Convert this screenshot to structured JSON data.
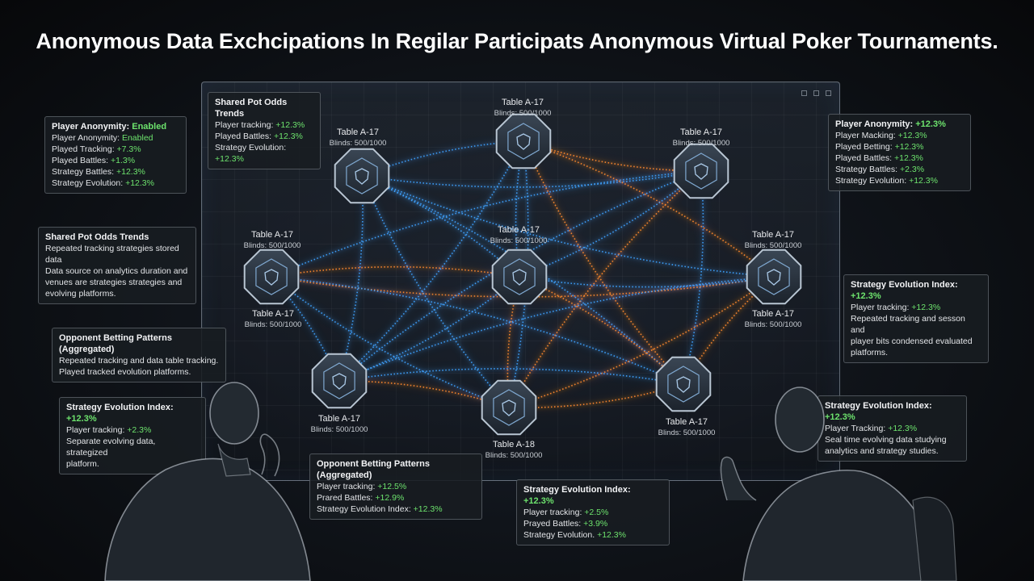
{
  "title": "Anonymous Data Exchcipations In Regilar Participats Anonymous Virtual Poker Tournaments.",
  "colors": {
    "blue_link": "#3fa2ff",
    "orange_link": "#ff8a2a",
    "green_value": "#6de36d",
    "node_fill": "#2a3440"
  },
  "nodes": [
    {
      "id": "n1",
      "name": "Table A-17",
      "blinds": "Blinds: 500/1000"
    },
    {
      "id": "n2",
      "name": "Table A-17",
      "blinds": "Blinds: 500/1000"
    },
    {
      "id": "n3",
      "name": "Table A-17",
      "blinds": "Blinds: 500/1000"
    },
    {
      "id": "n4",
      "name": "Table A-17",
      "blinds": "Blinds: 500/1000"
    },
    {
      "id": "n5",
      "name": "Table A-17",
      "blinds": "Blinds: 500/1000"
    },
    {
      "id": "n6",
      "name": "Table A-17",
      "blinds": "Blinds: 500/1000"
    },
    {
      "id": "n7",
      "name": "Table A-17",
      "blinds": "Blinds: 500/1000"
    },
    {
      "id": "n8",
      "name": "Table A-18",
      "blinds": "Blinds: 500/1000"
    },
    {
      "id": "n9",
      "name": "Table A-17",
      "blinds": "Blinds: 500/1000"
    }
  ],
  "panels": {
    "left_top": {
      "title_label": "Player Anonymity:",
      "title_value": "Enabled",
      "rows": [
        {
          "label": "Player Anonymity:",
          "value": "Enabled"
        },
        {
          "label": "Played Tracking:",
          "value": "+7.3%"
        },
        {
          "label": "Played Battles:",
          "value": "+1.3%"
        },
        {
          "label": "Strategy Battles:",
          "value": "+12.3%"
        },
        {
          "label": "Strategy Evolution:",
          "value": "+12.3%"
        }
      ]
    },
    "left_mid": {
      "heading": "Shared Pot Odds Trends",
      "lines": [
        "Repeated tracking strategies stored data",
        "Data source on analytics duration and",
        "venues are strategies strategies and",
        "evolving platforms."
      ]
    },
    "left_opp": {
      "heading": "Opponent Betting Patterns (Aggregated)",
      "lines": [
        "Repeated tracking and data table tracking.",
        "Played tracked evolution platforms."
      ]
    },
    "left_bottom": {
      "heading_label": "Strategy Evolution Index:",
      "heading_value": "+12.3%",
      "row_label": "Player tracking:",
      "row_value": "+2.3%",
      "lines": [
        "Separate evolving data, strategized",
        "platform."
      ]
    },
    "screen_top": {
      "heading": "Shared Pot Odds Trends",
      "rows": [
        {
          "label": "Player tracking:",
          "value": "+12.3%"
        },
        {
          "label": "Played Battles:",
          "value": "+12.3%"
        },
        {
          "label": "Strategy Evolution:",
          "value": "+12.3%"
        }
      ]
    },
    "right_top": {
      "heading_label": "Player Anonymity:",
      "heading_value": "+12.3%",
      "rows": [
        {
          "label": "Player Macking:",
          "value": "+12.3%"
        },
        {
          "label": "Played Betting:",
          "value": "+12.3%"
        },
        {
          "label": "Played Battles:",
          "value": "+12.3%"
        },
        {
          "label": "Strategy Battles:",
          "value": "+2.3%"
        },
        {
          "label": "Strategy Evolution:",
          "value": "+12.3%"
        }
      ]
    },
    "right_mid": {
      "heading_label": "Strategy Evolution Index:",
      "heading_value": "+12.3%",
      "row_label": "Player tracking:",
      "row_value": "+12.3%",
      "lines": [
        "Repeated tracking and sesson and",
        "player bits condensed evaluated",
        "platforms."
      ]
    },
    "right_bottom": {
      "heading_label": "Strategy Evolution Index:",
      "heading_value": "+12.3%",
      "row_label": "Player Tracking:",
      "row_value": "+12.3%",
      "lines": [
        "Seal time evolving data studying",
        "analytics and strategy studies."
      ]
    },
    "bottom_left": {
      "heading": "Opponent Betting Patterns (Aggregated)",
      "rows": [
        {
          "label": "Player tracking:",
          "value": "+12.5%"
        },
        {
          "label": "Prared Battles:",
          "value": "+12.9%"
        },
        {
          "label": "Strategy Evolution Index:",
          "value": "+12.3%"
        }
      ]
    },
    "bottom_right": {
      "heading_label": "Strategy Evolution Index:",
      "heading_value": "+12.3%",
      "rows": [
        {
          "label": "Player tracking:",
          "value": "+2.5%"
        },
        {
          "label": "Prayed Battles:",
          "value": "+3.9%"
        },
        {
          "label": "Strategy Evolution.",
          "value": "+12.3%"
        }
      ]
    }
  }
}
